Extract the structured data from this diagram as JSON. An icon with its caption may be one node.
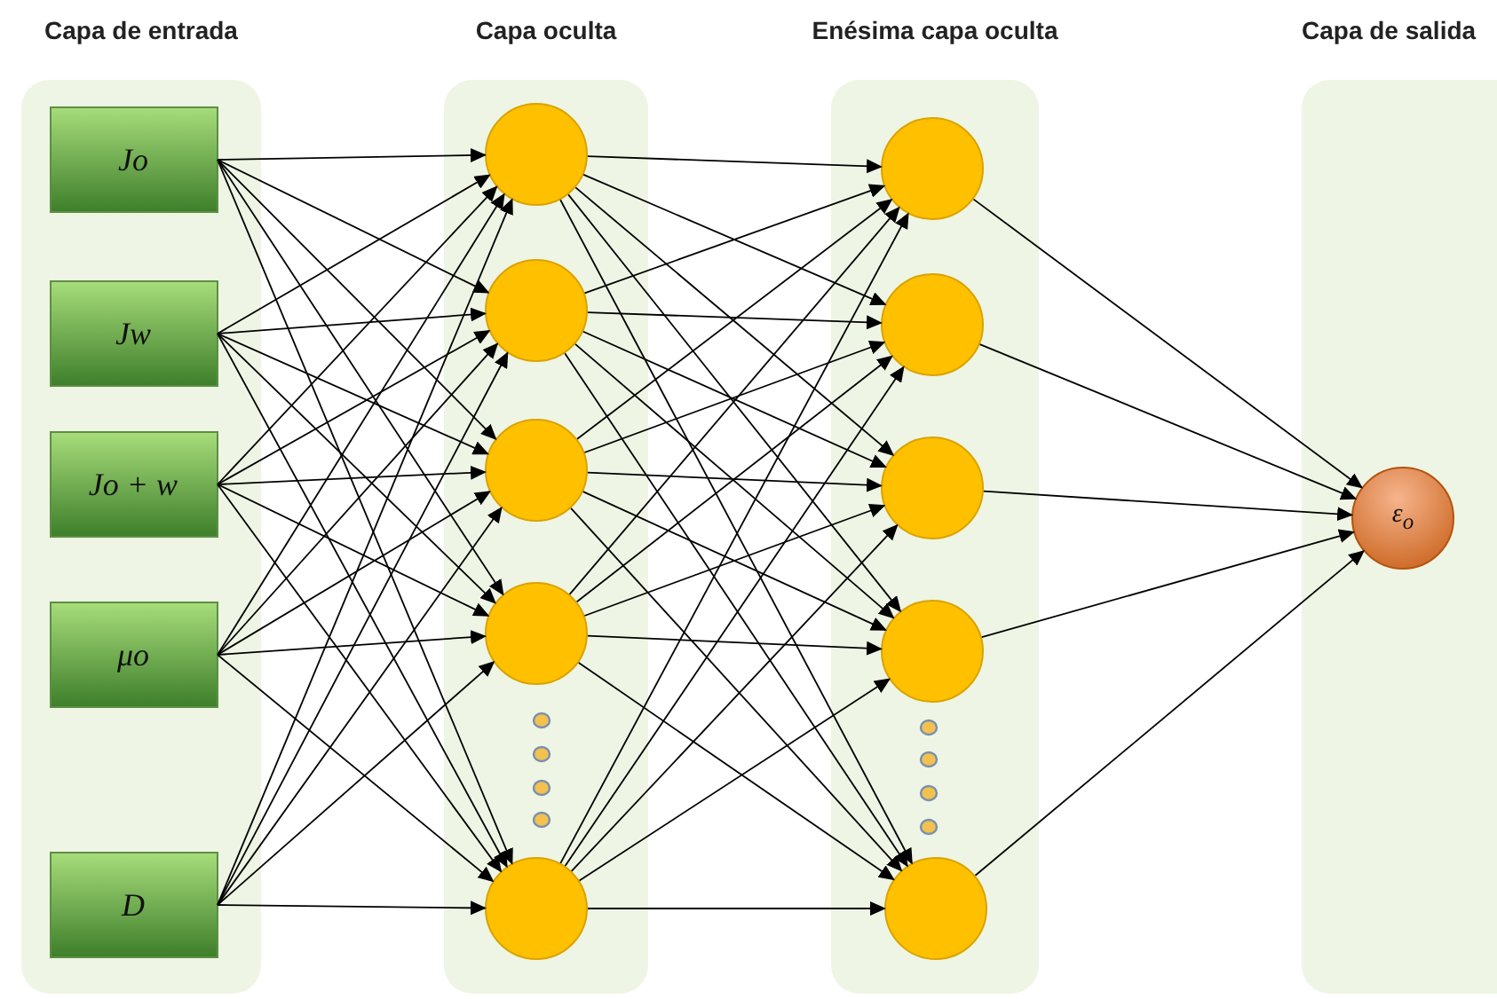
{
  "diagram": {
    "nodes": [
      {
        "text": [
          "Capa de entrada"
        ]
      },
      {
        "text": [
          "Jo"
        ],
        "in": 0
      },
      {
        "text": [
          "Jw"
        ],
        "in": 0
      },
      {
        "text": [
          "Jo + w"
        ],
        "in": 0
      },
      {
        "text": [
          "μo"
        ],
        "in": 0
      },
      {
        "text": [
          "D"
        ],
        "in": 0
      },
      {
        "text": [
          "Capa oculta"
        ]
      },
      {
        "text": [],
        "shape": "circle",
        "in": 6
      },
      {
        "text": [],
        "shape": "circle",
        "in": 6
      },
      {
        "text": [],
        "shape": "circle",
        "in": 6
      },
      {
        "text": [],
        "shape": "circle",
        "in": 6
      },
      {
        "text": [],
        "shape": "circle",
        "in": 6
      },
      {
        "text": [
          "Enésima capa oculta"
        ]
      },
      {
        "text": [],
        "shape": "circle",
        "in": 12
      },
      {
        "text": [],
        "shape": "circle",
        "in": 12
      },
      {
        "text": [],
        "shape": "circle",
        "in": 12
      },
      {
        "text": [],
        "shape": "circle",
        "in": 12
      },
      {
        "text": [],
        "shape": "circle",
        "in": 12
      },
      {
        "text": [
          "Capa de salida"
        ]
      },
      {
        "text": [
          "ε$_{o}$"
        ],
        "in": 18
      }
    ],
    "edges": [
      {
        "from": 1,
        "to": 7,
        "arrow": "to"
      },
      {
        "from": 1,
        "to": 8,
        "arrow": "to"
      },
      {
        "from": 1,
        "to": 9,
        "arrow": "to"
      },
      {
        "from": 1,
        "to": 10,
        "arrow": "to"
      },
      {
        "from": 1,
        "to": 11,
        "arrow": "to"
      },
      {
        "from": 2,
        "to": 7,
        "arrow": "to"
      },
      {
        "from": 2,
        "to": 8,
        "arrow": "to"
      },
      {
        "from": 2,
        "to": 9,
        "arrow": "to"
      },
      {
        "from": 2,
        "to": 10,
        "arrow": "to"
      },
      {
        "from": 2,
        "to": 11,
        "arrow": "to"
      },
      {
        "from": 3,
        "to": 7,
        "arrow": "to"
      },
      {
        "from": 3,
        "to": 8,
        "arrow": "to"
      },
      {
        "from": 3,
        "to": 9,
        "arrow": "to"
      },
      {
        "from": 3,
        "to": 10,
        "arrow": "to"
      },
      {
        "from": 3,
        "to": 11,
        "arrow": "to"
      },
      {
        "from": 4,
        "to": 7,
        "arrow": "to"
      },
      {
        "from": 4,
        "to": 8,
        "arrow": "to"
      },
      {
        "from": 4,
        "to": 9,
        "arrow": "to"
      },
      {
        "from": 4,
        "to": 10,
        "arrow": "to"
      },
      {
        "from": 4,
        "to": 11,
        "arrow": "to"
      },
      {
        "from": 5,
        "to": 7,
        "arrow": "to"
      },
      {
        "from": 5,
        "to": 8,
        "arrow": "to"
      },
      {
        "from": 5,
        "to": 9,
        "arrow": "to"
      },
      {
        "from": 5,
        "to": 10,
        "arrow": "to"
      },
      {
        "from": 5,
        "to": 11,
        "arrow": "to"
      },
      {
        "from": 7,
        "to": 13,
        "arrow": "to"
      },
      {
        "from": 7,
        "to": 14,
        "arrow": "to"
      },
      {
        "from": 7,
        "to": 15,
        "arrow": "to"
      },
      {
        "from": 7,
        "to": 16,
        "arrow": "to"
      },
      {
        "from": 7,
        "to": 17,
        "arrow": "to"
      },
      {
        "from": 8,
        "to": 13,
        "arrow": "to"
      },
      {
        "from": 8,
        "to": 14,
        "arrow": "to"
      },
      {
        "from": 8,
        "to": 15,
        "arrow": "to"
      },
      {
        "from": 8,
        "to": 16,
        "arrow": "to"
      },
      {
        "from": 8,
        "to": 17,
        "arrow": "to"
      },
      {
        "from": 9,
        "to": 13,
        "arrow": "to"
      },
      {
        "from": 9,
        "to": 14,
        "arrow": "to"
      },
      {
        "from": 9,
        "to": 15,
        "arrow": "to"
      },
      {
        "from": 9,
        "to": 16,
        "arrow": "to"
      },
      {
        "from": 9,
        "to": 17,
        "arrow": "to"
      },
      {
        "from": 10,
        "to": 13,
        "arrow": "to"
      },
      {
        "from": 10,
        "to": 14,
        "arrow": "to"
      },
      {
        "from": 10,
        "to": 15,
        "arrow": "to"
      },
      {
        "from": 10,
        "to": 16,
        "arrow": "to"
      },
      {
        "from": 10,
        "to": 17,
        "arrow": "to"
      },
      {
        "from": 11,
        "to": 13,
        "arrow": "to"
      },
      {
        "from": 11,
        "to": 14,
        "arrow": "to"
      },
      {
        "from": 11,
        "to": 15,
        "arrow": "to"
      },
      {
        "from": 11,
        "to": 16,
        "arrow": "to"
      },
      {
        "from": 11,
        "to": 17,
        "arrow": "to"
      },
      {
        "from": 13,
        "to": 19,
        "arrow": "to"
      },
      {
        "from": 14,
        "to": 19,
        "arrow": "to"
      },
      {
        "from": 15,
        "to": 19,
        "arrow": "to"
      },
      {
        "from": 16,
        "to": 19,
        "arrow": "to"
      },
      {
        "from": 17,
        "to": 19,
        "arrow": "to"
      }
    ]
  }
}
